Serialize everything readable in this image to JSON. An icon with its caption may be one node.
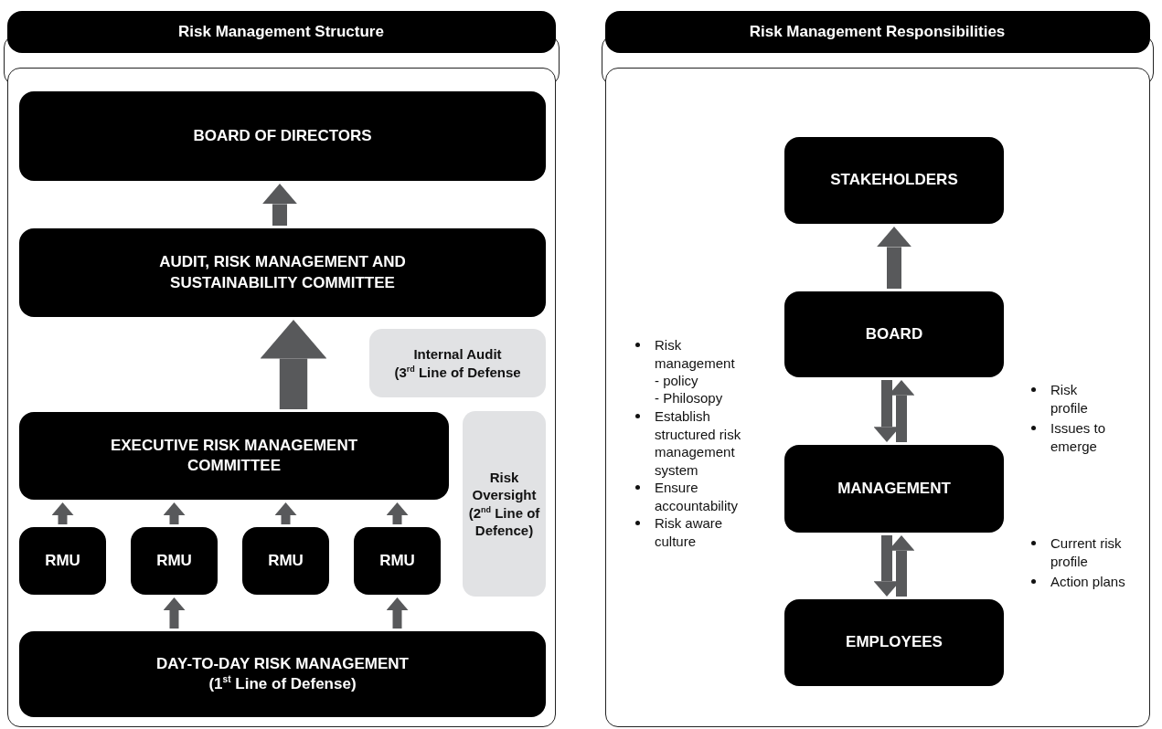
{
  "diagram": {
    "nodes": [
      {
        "text": [
          "Risk Management Structure"
        ]
      },
      {
        "text": [
          "BOARD OF DIRECTORS"
        ],
        "in": 0
      },
      {
        "text": [
          "AUDIT, RISK MANAGEMENT AND SUSTAINABILITY COMMITTEE"
        ],
        "in": 0
      },
      {
        "text": [
          "Internal Audit",
          "(3$^{rd}$ Line of Defense"
        ],
        "in": 0
      },
      {
        "text": [
          "EXECUTIVE RISK MANAGEMENT COMMITTEE"
        ],
        "in": 0
      },
      {
        "text": [
          "Risk Oversight (2$^{nd}$ Line of Defence)"
        ],
        "in": 0
      },
      {
        "text": [
          "RMU"
        ],
        "in": 0
      },
      {
        "text": [
          "RMU"
        ],
        "in": 0
      },
      {
        "text": [
          "RMU"
        ],
        "in": 0
      },
      {
        "text": [
          "RMU"
        ],
        "in": 0
      },
      {
        "text": [
          "DAY-TO-DAY RISK MANAGEMENT",
          "(1$^{st}$ Line of Defense)"
        ],
        "in": 0
      },
      {
        "text": [
          "Risk Management Responsibilities"
        ]
      },
      {
        "text": [
          "STAKEHOLDERS"
        ],
        "in": 11
      },
      {
        "text": [
          "BOARD"
        ],
        "in": 11
      },
      {
        "text": [
          "MANAGEMENT"
        ],
        "in": 11
      },
      {
        "text": [
          "EMPLOYEES"
        ],
        "in": 11
      }
    ],
    "edges": [
      {
        "from": 2,
        "to": 1,
        "arrow": "to"
      },
      {
        "from": 4,
        "to": 2,
        "arrow": "to",
        "style": "thick"
      },
      {
        "from": 6,
        "to": 4,
        "arrow": "to"
      },
      {
        "from": 7,
        "to": 4,
        "arrow": "to"
      },
      {
        "from": 8,
        "to": 4,
        "arrow": "to"
      },
      {
        "from": 9,
        "to": 4,
        "arrow": "to"
      },
      {
        "from": 10,
        "to": 7,
        "arrow": "to"
      },
      {
        "from": 10,
        "to": 9,
        "arrow": "to"
      },
      {
        "from": 13,
        "to": 12,
        "arrow": "to"
      },
      {
        "from": 13,
        "to": 14,
        "arrow": "to"
      },
      {
        "from": 14,
        "to": 13,
        "arrow": "to"
      },
      {
        "from": 14,
        "to": 15,
        "arrow": "to"
      },
      {
        "from": 15,
        "to": 14,
        "arrow": "to"
      }
    ],
    "labels": [
      "Risk management",
      "- policy",
      "- Philosopy",
      "Establish structured risk management system",
      "Ensure accountability",
      "Risk aware culture",
      "Risk profile",
      "Issues to emerge",
      "Current risk profile",
      "Action plans"
    ]
  }
}
